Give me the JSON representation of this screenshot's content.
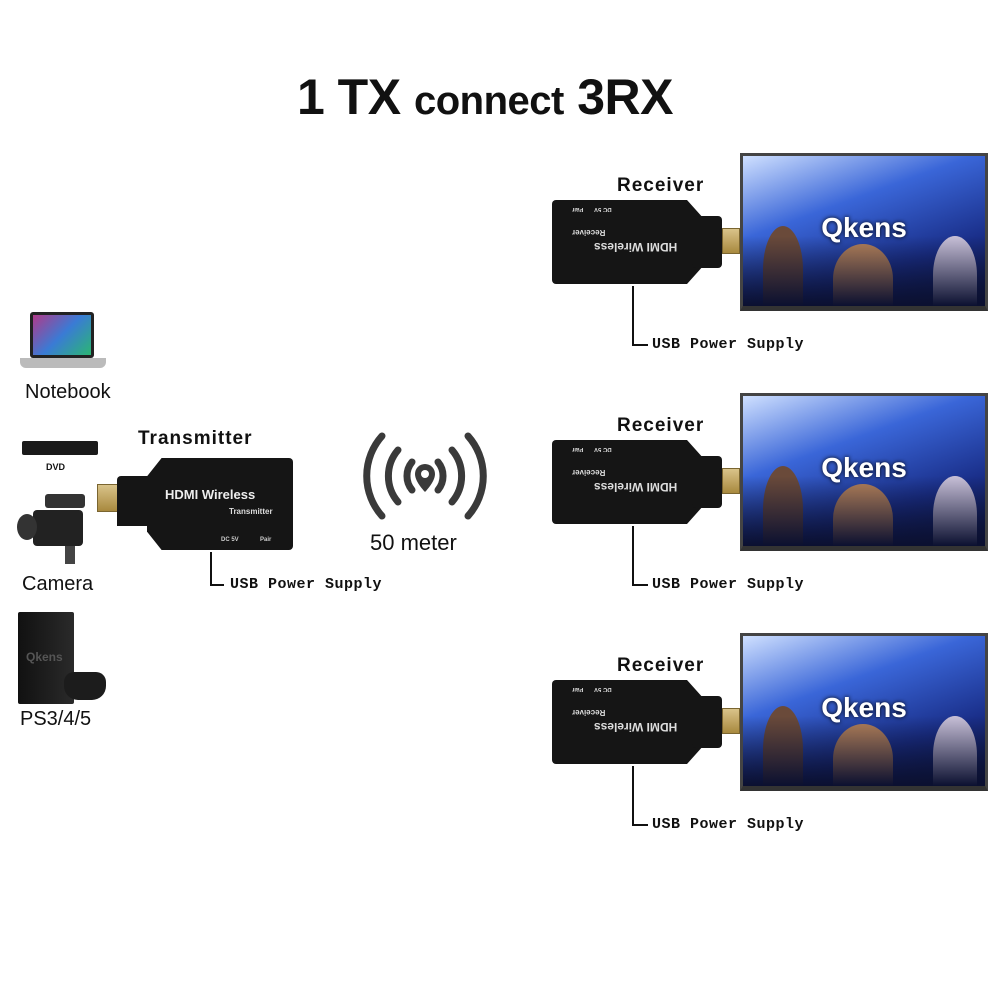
{
  "title": {
    "main1": "1 TX",
    "mid": "connect",
    "main2": "3RX"
  },
  "sources": [
    {
      "label": "Notebook",
      "icon": "notebook-icon"
    },
    {
      "label": "DVD",
      "icon": "dvd-player-icon"
    },
    {
      "label": "Camera",
      "icon": "camera-icon"
    },
    {
      "label": "PS3/4/5",
      "icon": "game-console-icon",
      "brand": "Qkens"
    }
  ],
  "transmitter": {
    "heading": "Transmitter",
    "line1": "HDMI Wireless",
    "line2": "Transmitter",
    "port1": "DC 5V",
    "port2": "Pair",
    "power": "USB Power Supply"
  },
  "wireless": {
    "range": "50 meter",
    "icon": "wireless-signal-icon"
  },
  "receivers": [
    {
      "heading": "Receiver",
      "line1": "HDMI Wireless",
      "line2": "Receiver",
      "port1": "DC 5V",
      "port2": "Pair",
      "power": "USB Power Supply",
      "tv_brand": "Qkens"
    },
    {
      "heading": "Receiver",
      "line1": "HDMI Wireless",
      "line2": "Receiver",
      "port1": "DC 5V",
      "port2": "Pair",
      "power": "USB Power Supply",
      "tv_brand": "Qkens"
    },
    {
      "heading": "Receiver",
      "line1": "HDMI Wireless",
      "line2": "Receiver",
      "port1": "DC 5V",
      "port2": "Pair",
      "power": "USB Power Supply",
      "tv_brand": "Qkens"
    }
  ]
}
